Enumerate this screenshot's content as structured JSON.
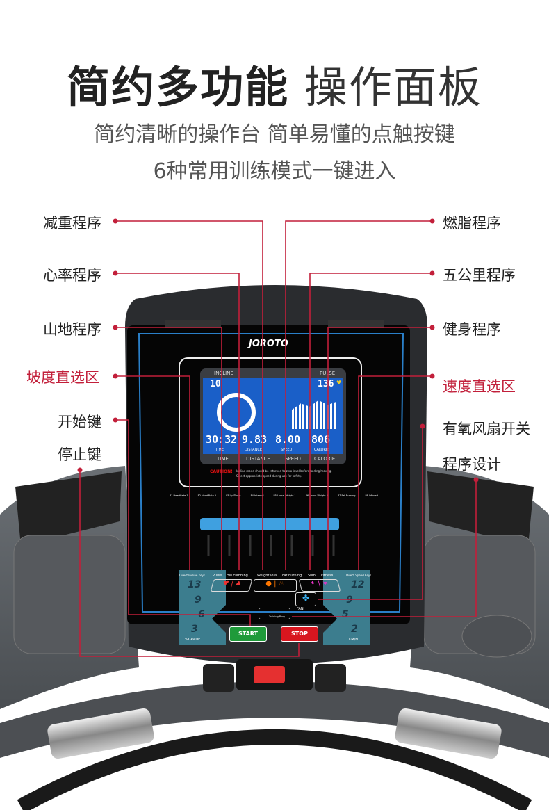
{
  "header": {
    "title_bold": "简约多功能",
    "title_light": "操作面板",
    "subtitle_1": "简约清晰的操作台 简单易懂的点触按键",
    "subtitle_2": "6种常用训练模式一键进入"
  },
  "callouts": {
    "left": [
      {
        "label": "减重程序"
      },
      {
        "label": "心率程序"
      },
      {
        "label": "山地程序"
      },
      {
        "label": "坡度直选区",
        "highlight": true
      },
      {
        "label": "开始键"
      },
      {
        "label": "停止键"
      }
    ],
    "right": [
      {
        "label": "燃脂程序"
      },
      {
        "label": "五公里程序"
      },
      {
        "label": "健身程序"
      },
      {
        "label": "速度直选区",
        "highlight": true
      },
      {
        "label": "有氧风扇开关"
      },
      {
        "label": "程序设计"
      }
    ]
  },
  "colors": {
    "leader": "#c21f3a",
    "lcd": "#1a5fc8",
    "start": "#1f9a3a",
    "stop": "#d8161f"
  },
  "console": {
    "brand": "JOROTO",
    "lcd": {
      "incline_label": "INCLINE",
      "pulse_label": "PULSE",
      "incline_value": "10",
      "pulse_value": "136",
      "time": "30:32",
      "distance": "9.83",
      "speed": "8.00",
      "calorie": "806",
      "sub_time": "TIME",
      "sub_distance": "DISTANCE",
      "sub_speed": "SPEED",
      "sub_calorie": "CALORIE"
    },
    "bottom_labels": [
      "TIME",
      "DISTANCE",
      "SPEED",
      "CALORIE"
    ],
    "caution": "CAUTION!",
    "caution_text_1": "Incline mode should be returned to zero level before folding/moving.",
    "caution_text_2": "Select appropriate speed during use for safety.",
    "programs": [
      "P1 HeartRate 1",
      "P2 HeartRate 2",
      "P3 Up/Down",
      "P4 Interval",
      "P5 Loose Weight 1",
      "P6 Loose Weight 2",
      "P7 Fat Burning",
      "P8 Offroad"
    ],
    "mode_labels": [
      "Pulse",
      "Hill climbing",
      "Weight loss",
      "Fat burning",
      "Slim",
      "Fitness"
    ],
    "incline_keys": {
      "title": "Direct Incline Keys",
      "values": [
        "13",
        "9",
        "6",
        "3"
      ],
      "unit": "%GRADE"
    },
    "speed_keys": {
      "title": "Direct Speed Keys",
      "values": [
        "12",
        "9",
        "5",
        "2"
      ],
      "unit": "KM/H"
    },
    "fan_label": "FAN",
    "training_prog": "Training Prog",
    "start": "START",
    "stop": "STOP"
  }
}
